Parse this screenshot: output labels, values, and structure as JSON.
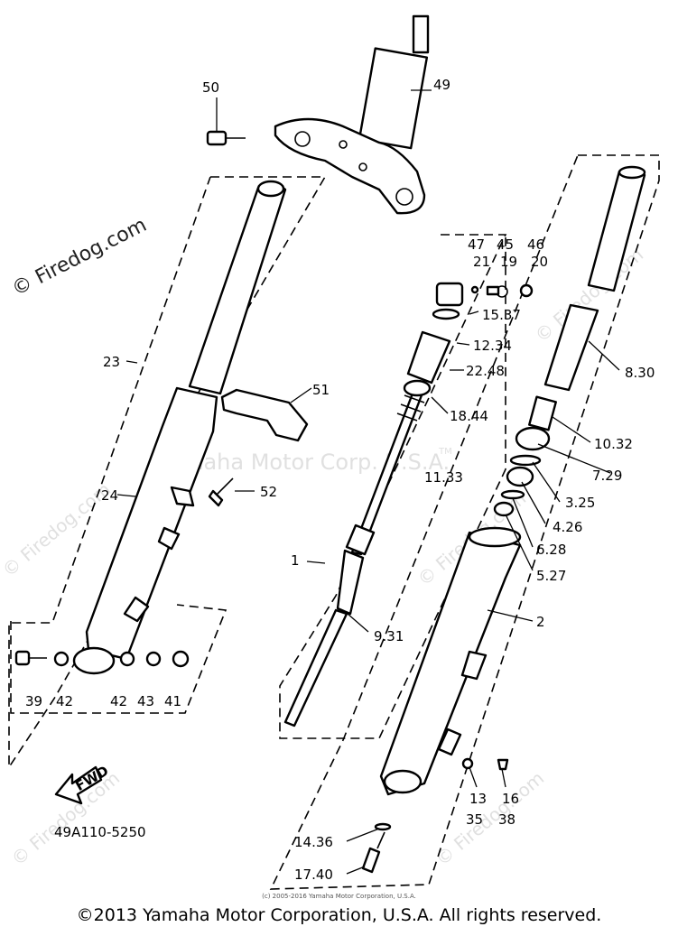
{
  "diagram": {
    "code": "49A110-5250",
    "fwd_label": "FWD",
    "watermark_site": "© Firedog.com",
    "watermark_brand": "Yamaha Motor Corp. U.S.A.",
    "watermark_tm": "TM",
    "labels": {
      "p1": "1",
      "p2": "2",
      "p3": "3.25",
      "p4": "4.26",
      "p5": "5.27",
      "p6": "6.28",
      "p7": "7.29",
      "p8": "8.30",
      "p9": "9.31",
      "p10": "10.32",
      "p11": "11.33",
      "p12": "12.34",
      "p13": "13",
      "p35": "35",
      "p14": "14.36",
      "p15": "15.37",
      "p16": "16",
      "p38": "38",
      "p17": "17.40",
      "p18": "18.44",
      "p19": "19",
      "p20": "20",
      "p21": "21",
      "p22": "22.48",
      "p23": "23",
      "p24": "24",
      "p39": "39",
      "p41": "41",
      "p42a": "42",
      "p42b": "42",
      "p43": "43",
      "p45": "45",
      "p46": "46",
      "p47": "47",
      "p49": "49",
      "p50": "50",
      "p51": "51",
      "p52": "52"
    }
  },
  "footer": {
    "small_copyright": "(c) 2005-2016 Yamaha Motor Corporation, U.S.A.",
    "copyright": "©2013 Yamaha Motor Corporation, U.S.A. All rights reserved."
  }
}
